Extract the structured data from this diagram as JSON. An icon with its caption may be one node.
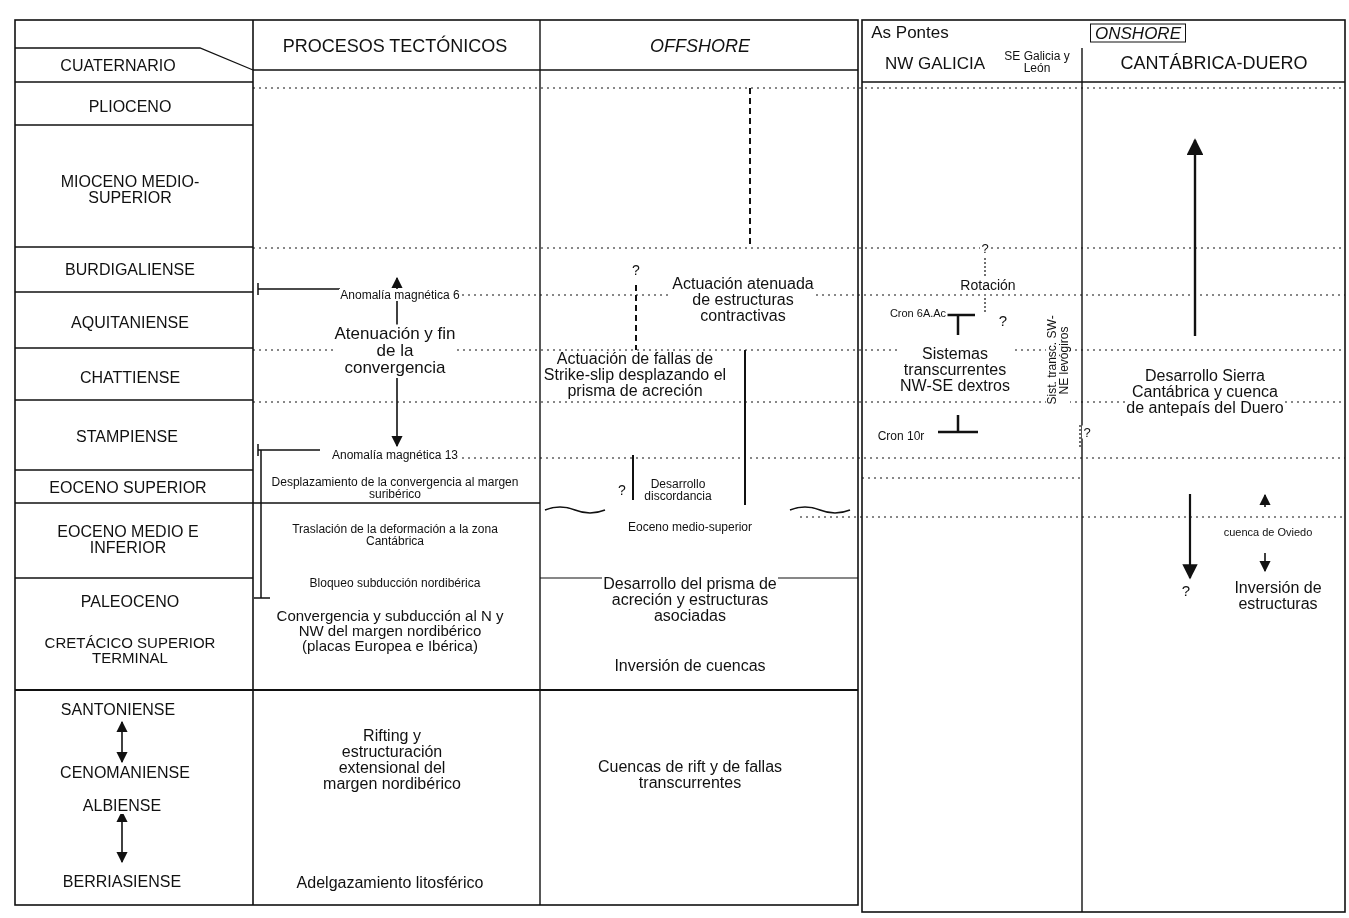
{
  "diagram": {
    "labels": [
      "As Pontes",
      "ONSHORE",
      "CUATERNARIO",
      "PROCESOS TECTÓNICOS",
      "OFFSHORE",
      "NW GALICIA",
      "SE Galicia y León",
      "CANTÁBRICA-DUERO",
      "PLIOCENO",
      "MIOCENO MEDIO-SUPERIOR",
      "Actuación atenuada de estructuras contractivas",
      "?",
      "BURDIGALIENSE",
      "?",
      "Rotación",
      "Anomalía magnética 6",
      "AQUITANIENSE",
      "Cron 6A.Ac",
      "?",
      "Atenuación y fin de la convergencia",
      "Sistemas transcurrentes NW-SE dextros",
      "Sist. transc. SW-NE levógiros",
      "CHATTIENSE",
      "Actuación de fallas de Strike-slip desplazando el prisma de acreción",
      "Desarrollo Sierra Cantábrica y cuenca de antepaís del Duero",
      "STAMPIENSE",
      "Cron 10r",
      "?",
      "Anomalía magnética 13",
      "EOCENO SUPERIOR",
      "Desplazamiento de la convergencia al margen suribérico",
      "?",
      "Desarrollo discordancia",
      "Eoceno medio-superior",
      "EOCENO MEDIO E INFERIOR",
      "Traslación de la deformación a la zona Cantábrica",
      "cuenca de Oviedo",
      "Bloqueo subducción nordibérica",
      "PALEOCENO",
      "Desarrollo del prisma de acreción y estructuras asociadas",
      "?",
      "Inversión de estructuras",
      "Convergencia y subducción al N y NW del margen nordibérico (placas Europea e Ibérica)",
      "CRETÁCICO SUPERIOR TERMINAL",
      "Inversión de cuencas",
      "SANTONIENSE",
      "Rifting y estructuración extensional del margen nordibérico",
      "CENOMANIENSE",
      "Cuencas de rift y de fallas transcurrentes",
      "ALBIENSE",
      "BERRIASIENSE",
      "Adelgazamiento litosférico"
    ]
  }
}
